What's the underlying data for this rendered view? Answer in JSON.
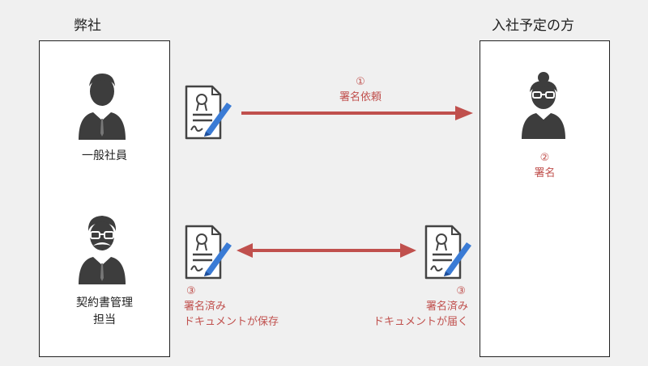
{
  "company": {
    "title": "弊社",
    "employee_label": "一般社員",
    "manager_label_line1": "契約書管理",
    "manager_label_line2": "担当"
  },
  "new_hire": {
    "title": "入社予定の方"
  },
  "steps": {
    "step1_num": "①",
    "step1_text": "署名依頼",
    "step2_num": "②",
    "step2_text": "署名",
    "step3_num": "③",
    "step3_left_line1": "署名済み",
    "step3_left_line2": "ドキュメントが保存",
    "step3_right_line1": "署名済み",
    "step3_right_line2": "ドキュメントが届く"
  },
  "colors": {
    "arrow": "#c0504d",
    "step_text": "#c0504d",
    "pen": "#3a7bd5"
  }
}
